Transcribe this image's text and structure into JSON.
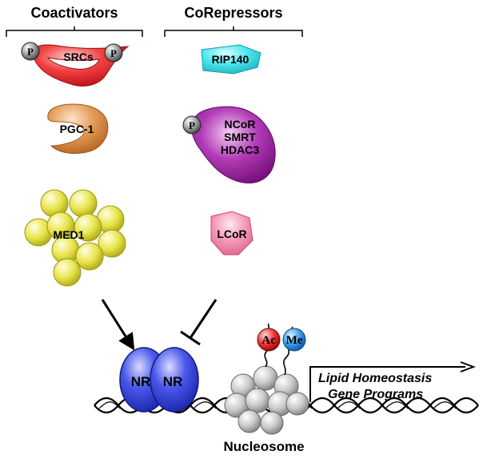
{
  "headers": {
    "coactivators": "Coactivators",
    "corepressors": "CoRepressors"
  },
  "coactivators": {
    "srcs": "SRCs",
    "pgc1": "PGC-1",
    "med1": "MED1"
  },
  "corepressors": {
    "rip140": "RIP140",
    "ncor_line1": "NCoR",
    "ncor_line2": "SMRT",
    "ncor_line3": "HDAC3",
    "lcor": "LCoR"
  },
  "phospho_label": "P",
  "receptor": {
    "nr_left": "NR",
    "nr_right": "NR"
  },
  "histone_marks": {
    "acetyl": "Ac",
    "methyl": "Me"
  },
  "nucleosome_label": "Nucleosome",
  "gene_programs": {
    "line1": "Lipid Homeostasis",
    "line2": "Gene Programs"
  },
  "colors": {
    "srcs": "#e8232d",
    "pgc1": "#d9843f",
    "med1": "#e4e03a",
    "rip140": "#3fe6ea",
    "ncor": "#a01aa6",
    "lcor": "#f48ab0",
    "nr": "#2f3fe0",
    "acetyl": "#e82020",
    "methyl": "#2a8fe6",
    "nucleosome": "#b8b8b8",
    "phospho": "#808080"
  }
}
